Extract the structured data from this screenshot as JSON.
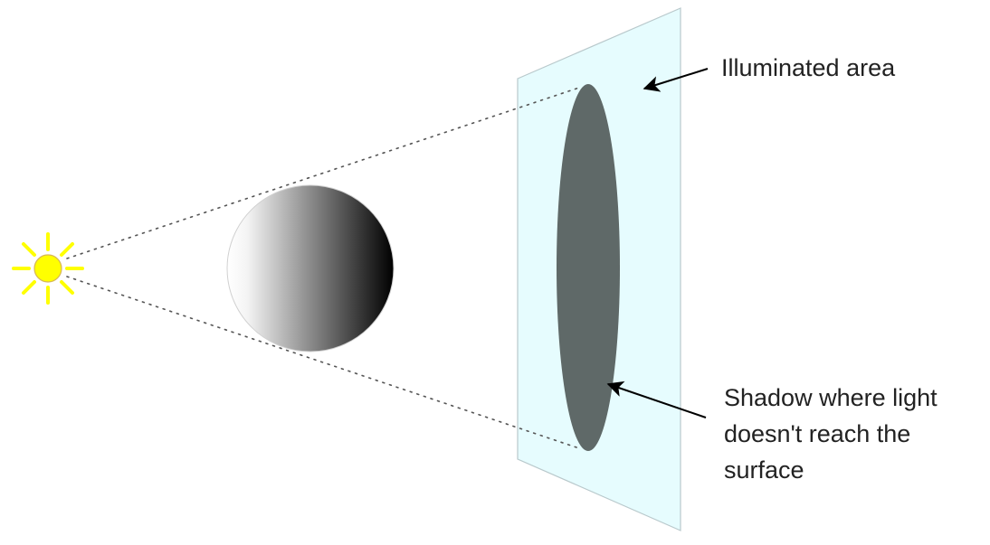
{
  "labels": {
    "illuminated_area": "Illuminated area",
    "shadow": {
      "line1": "Shadow where light",
      "line2": "doesn't reach the",
      "line3": "surface"
    }
  },
  "icons": {
    "light_source": "sun-icon",
    "occluder": "sphere-icon",
    "surface": "plane-icon"
  },
  "colors": {
    "sun": "#ffff00",
    "sun_outline": "#d6b656",
    "surface_fill": "#e6fcfe",
    "surface_stroke": "#b9c9cc",
    "shadow": "#5f6968",
    "sphere_light": "#ffffff",
    "sphere_dark": "#000000",
    "ray": "#555555",
    "arrow": "#000000"
  }
}
